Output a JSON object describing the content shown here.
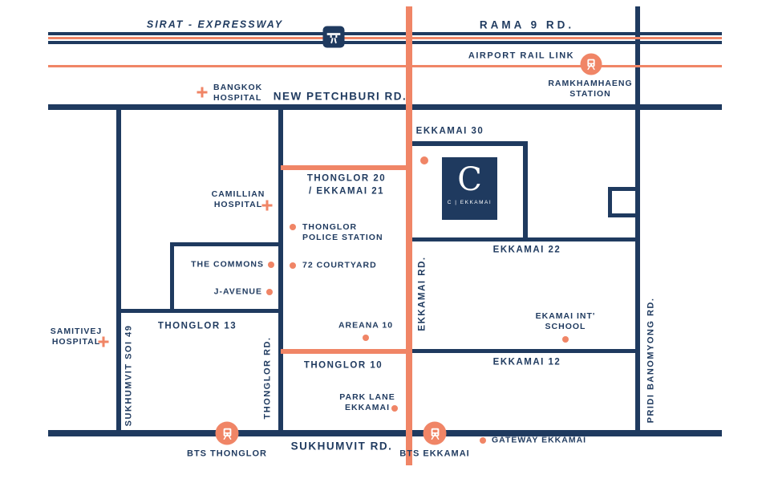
{
  "colors": {
    "navy": "#1f3a5f",
    "salmon": "#f08566",
    "bg": "#ffffff"
  },
  "roads": {
    "sirat_expressway": "SIRAT - EXPRESSWAY",
    "rama_9": "RAMA 9 RD.",
    "airport_rail_link": "AIRPORT RAIL LINK",
    "new_petchburi": "NEW PETCHBURI RD.",
    "sukhumvit": "SUKHUMVIT RD.",
    "sukhumvit_soi_49": "SUKHUMVIT SOI 49",
    "thonglor_rd": "THONGLOR RD.",
    "ekkamai_rd": "EKKAMAI RD.",
    "pridi_banomyong_rd": "PRIDI BANOMYONG RD.",
    "ekkamai_30": "EKKAMAI 30",
    "thonglor_20_line1": "THONGLOR 20",
    "thonglor_20_line2": "/ EKKAMAI 21",
    "ekkamai_22": "EKKAMAI 22",
    "ekkamai_12": "EKKAMAI 12",
    "thonglor_10": "THONGLOR 10",
    "thonglor_13": "THONGLOR 13"
  },
  "stations": {
    "ramkhamhaeng_line1": "RAMKHAMHAENG",
    "ramkhamhaeng_line2": "STATION",
    "bts_thonglor": "BTS  THONGLOR",
    "bts_ekkamai": "BTS  EKKAMAI"
  },
  "places": {
    "bangkok_hospital_line1": "BANGKOK",
    "bangkok_hospital_line2": "HOSPITAL",
    "camillian_hospital_line1": "CAMILLIAN",
    "camillian_hospital_line2": "HOSPITAL",
    "thonglor_police_line1": "THONGLOR",
    "thonglor_police_line2": "POLICE STATION",
    "the_commons": "THE COMMONS",
    "courtyard_72": "72 COURTYARD",
    "j_avenue": "J-AVENUE",
    "samitivej_line1": "SAMITIVEJ",
    "samitivej_line2": "HOSPITAL",
    "areana_10": "AREANA 10",
    "ekamai_school_line1": "EKAMAI INT'",
    "ekamai_school_line2": "SCHOOL",
    "park_lane_line1": "PARK LANE",
    "park_lane_line2": "EKKAMAI",
    "gateway_ekkamai": "GATEWAY EKKAMAI"
  },
  "project": {
    "mark": "C",
    "name": "C | EKKAMAI"
  }
}
